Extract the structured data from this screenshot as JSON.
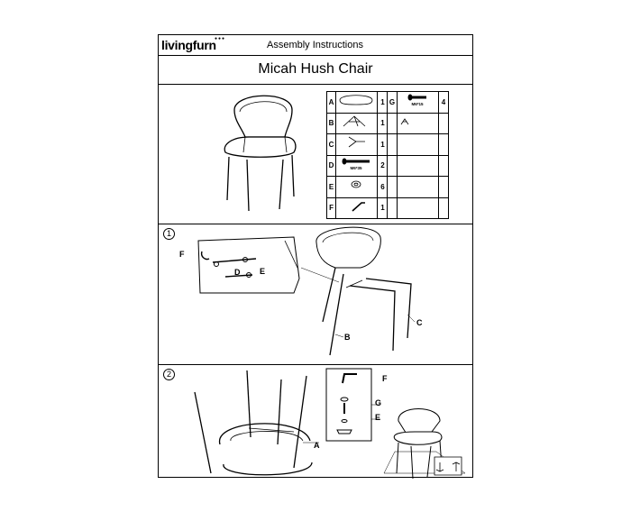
{
  "header": {
    "brand": "livingfurn",
    "title": "Assembly Instructions"
  },
  "product": {
    "name": "Micah Hush Chair"
  },
  "parts": [
    {
      "letter": "A",
      "qty": "1",
      "icon": "backrest-icon",
      "code": ""
    },
    {
      "letter": "B",
      "qty": "1",
      "icon": "leg-frame-icon",
      "code": ""
    },
    {
      "letter": "C",
      "qty": "1",
      "icon": "leg-frame-icon",
      "code": ""
    },
    {
      "letter": "D",
      "qty": "2",
      "icon": "long-bolt-icon",
      "code": "M6*35"
    },
    {
      "letter": "E",
      "qty": "6",
      "icon": "washer-icon",
      "code": ""
    },
    {
      "letter": "F",
      "qty": "1",
      "icon": "allen-key-icon",
      "code": ""
    }
  ],
  "parts_extra": {
    "letter": "G",
    "qty": "4",
    "icon": "short-bolt-icon",
    "code": "M6*15"
  },
  "step1": {
    "number": "1",
    "labels": {
      "f": "F",
      "d": "D",
      "e": "E",
      "b": "B",
      "c": "C"
    }
  },
  "step2": {
    "number": "2",
    "labels": {
      "f": "F",
      "g": "G",
      "e": "E",
      "a": "A"
    }
  }
}
